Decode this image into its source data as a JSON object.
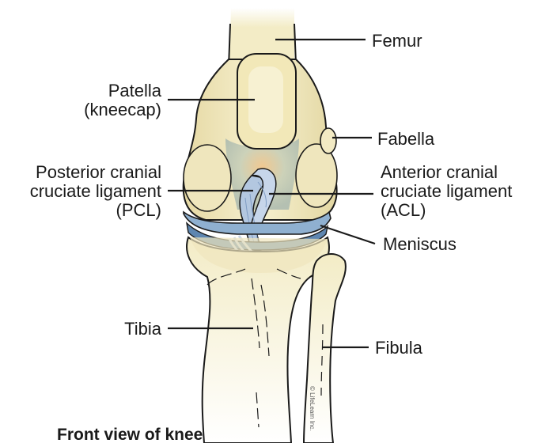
{
  "labels": {
    "femur": "Femur",
    "patella_line1": "Patella",
    "patella_line2": "(kneecap)",
    "fabella": "Fabella",
    "pcl_line1": "Posterior cranial",
    "pcl_line2": "cruciate ligament",
    "pcl_line3": "(PCL)",
    "acl_line1": "Anterior cranial",
    "acl_line2": "cruciate ligament",
    "acl_line3": "(ACL)",
    "meniscus": "Meniscus",
    "tibia": "Tibia",
    "fibula": "Fibula"
  },
  "caption": "Front view of knee",
  "credit": "© LifeLearn Inc.",
  "colors": {
    "bone": "#f3ecc5",
    "bone_shade": "#e2d6a0",
    "bone_outline": "#1a1a1a",
    "cartilage_teal": "#b9c9b7",
    "meniscus": "#8fb0d0",
    "meniscus_dark": "#5e86b0",
    "ligament": "#a9bfdc"
  }
}
